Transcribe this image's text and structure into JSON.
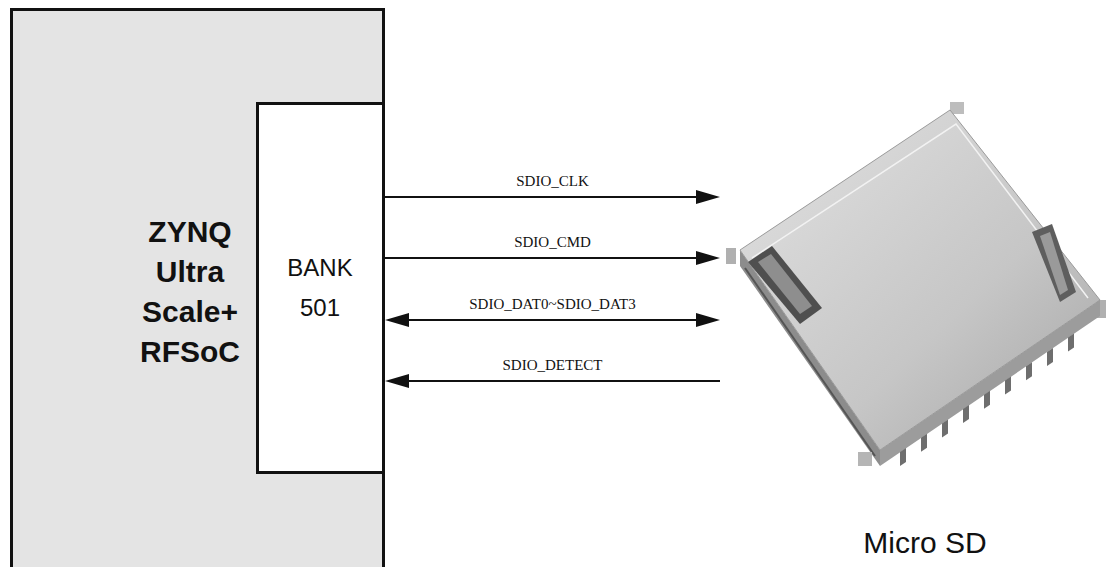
{
  "diagram": {
    "nodes": [
      {
        "text": [
          "ZYNQ Ultra Scale+ RFSoC"
        ]
      },
      {
        "text": [
          "BANK 501"
        ],
        "in": 0
      },
      {
        "text": [
          "Micro SD"
        ]
      }
    ],
    "edges": [
      {
        "from": 1,
        "to": 2,
        "arrow": "to",
        "label": "SDIO_CLK"
      },
      {
        "from": 1,
        "to": 2,
        "arrow": "to",
        "label": "SDIO_CMD"
      },
      {
        "from": 1,
        "to": 2,
        "arrow": "both",
        "label": "SDIO_DAT0~SDIO_DAT3"
      },
      {
        "from": 2,
        "to": 1,
        "arrow": "to",
        "label": "SDIO_DETECT"
      }
    ]
  }
}
